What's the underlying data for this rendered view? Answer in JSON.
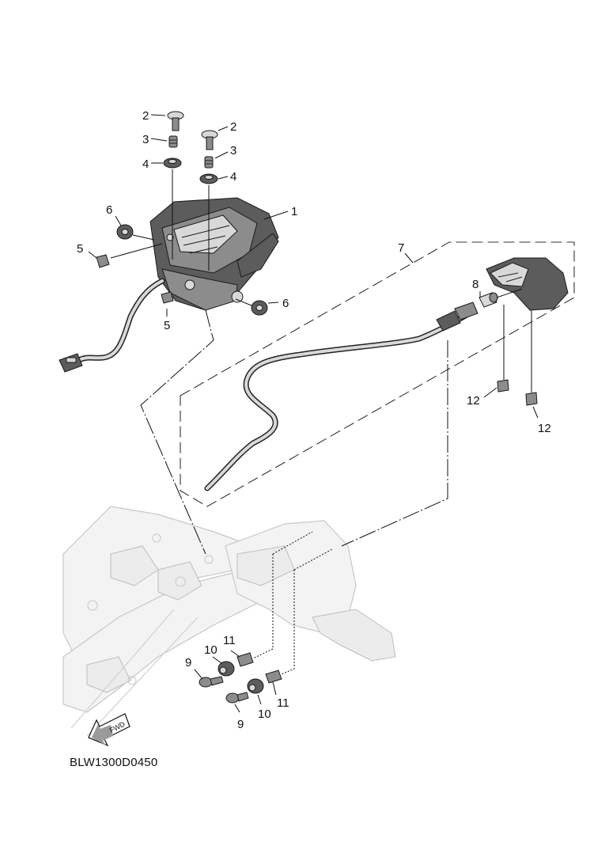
{
  "diagram": {
    "callouts": {
      "c2a": "2",
      "c2b": "2",
      "c3a": "3",
      "c3b": "3",
      "c4a": "4",
      "c4b": "4",
      "c1": "1",
      "c6a": "6",
      "c6b": "6",
      "c5a": "5",
      "c5b": "5",
      "c7": "7",
      "c8": "8",
      "c12a": "12",
      "c12b": "12",
      "c11a": "11",
      "c11b": "11",
      "c10a": "10",
      "c10b": "10",
      "c9a": "9",
      "c9b": "9"
    },
    "fwd_label": "FWD",
    "drawing_code": "BLW1300D0450"
  }
}
